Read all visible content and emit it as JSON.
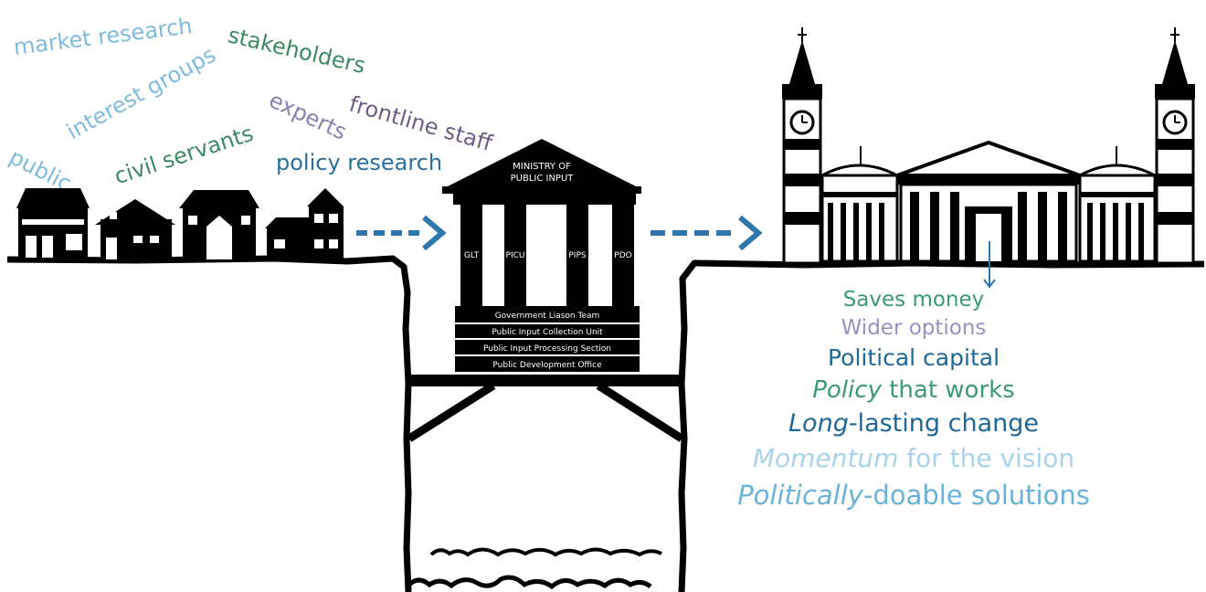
{
  "input_words": [
    {
      "text": "market research",
      "color": "#7fbadf"
    },
    {
      "text": "stakeholders",
      "color": "#3a8a63"
    },
    {
      "text": "interest groups",
      "color": "#7fbadf"
    },
    {
      "text": "experts",
      "color": "#8b80b0"
    },
    {
      "text": "frontline staff",
      "color": "#6e5c88"
    },
    {
      "text": "public",
      "color": "#7fbadf"
    },
    {
      "text": "civil servants",
      "color": "#3a8a63"
    },
    {
      "text": "policy research",
      "color": "#2b6f9a"
    }
  ],
  "ministry": {
    "title_line1": "MINISTRY OF",
    "title_line2": "PUBLIC INPUT",
    "columns": [
      "GLT",
      "PICU",
      "PIPS",
      "PDO"
    ],
    "departments": [
      "Government Liason Team",
      "Public Input Collection Unit",
      "Public Input Processing Section",
      "Public Development Office"
    ]
  },
  "benefits": [
    {
      "lead": "",
      "text": "Saves money",
      "color": "#3a9a78"
    },
    {
      "lead": "",
      "text": "Wider options",
      "color": "#9b8fc3"
    },
    {
      "lead": "",
      "text": "Political capital",
      "color": "#1f6795"
    },
    {
      "lead": "Policy",
      "rest": " that works",
      "color": "#3a9a78"
    },
    {
      "lead": "Long",
      "rest": "-lasting change",
      "color": "#1f6795"
    },
    {
      "lead": "Momentum",
      "rest": " for the vision",
      "color": "#a8d3ea"
    },
    {
      "lead": "Politically",
      "rest": "-doable solutions",
      "color": "#69b3d8"
    }
  ],
  "colors": {
    "arrow": "#2d77ad",
    "ink": "#000000"
  }
}
